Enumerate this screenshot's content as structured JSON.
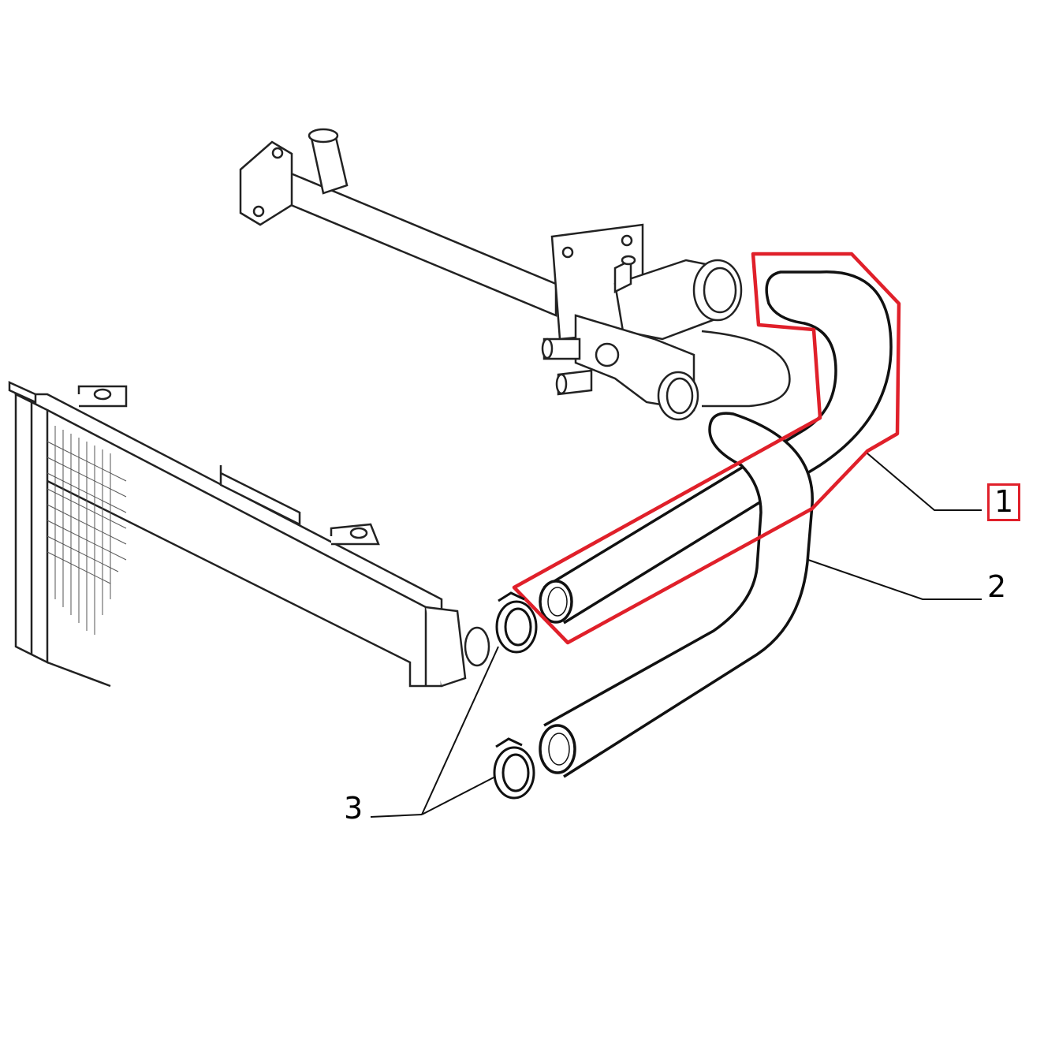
{
  "callouts": {
    "part_1": "1",
    "part_2": "2",
    "part_3": "3"
  },
  "highlight": {
    "target": "part_1",
    "color": "#e0202a"
  },
  "colors": {
    "line": "#111111",
    "hose_fill": "#ffffff",
    "background": "#ffffff"
  }
}
